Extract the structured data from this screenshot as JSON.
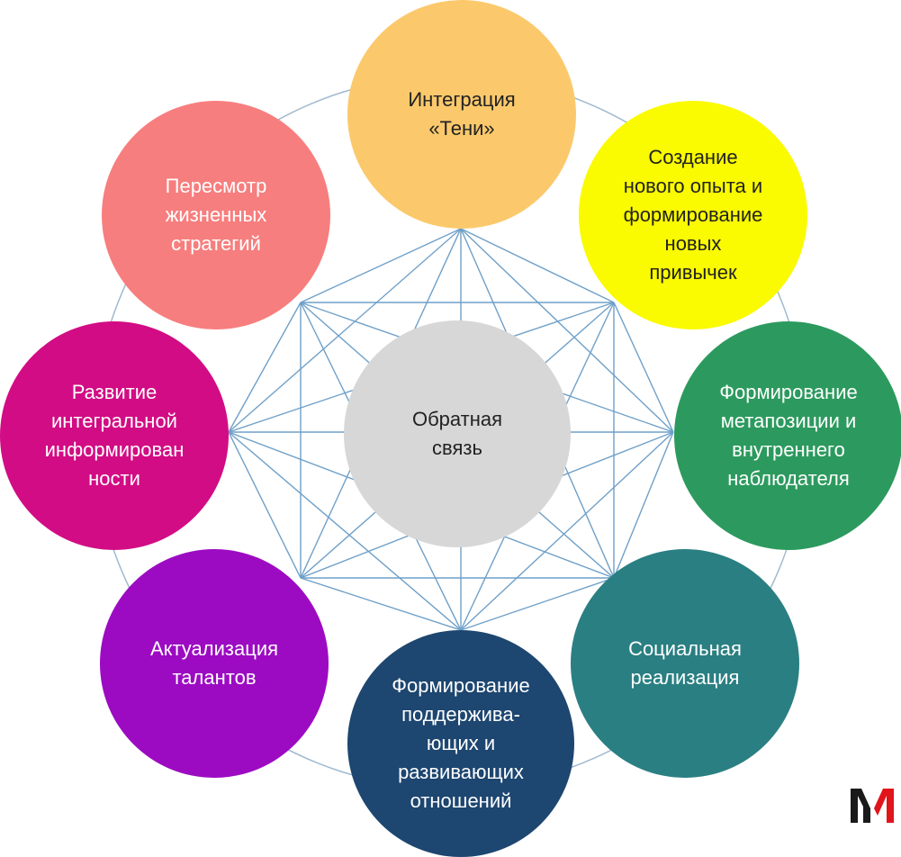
{
  "diagram": {
    "center": {
      "label": "Обратная\nсвязь",
      "color": "#d7d7d7",
      "text_color": "#222222"
    },
    "nodes": [
      {
        "key": "top",
        "label": "Интеграция\n«Тени»",
        "color": "#fbc96c",
        "text_color": "#222222"
      },
      {
        "key": "top-right",
        "label": "Создание\nнового опыта и\nформирование\nновых\nпривычек",
        "color": "#fafa00",
        "text_color": "#222222"
      },
      {
        "key": "right",
        "label": "Формирование\nметапозиции и\nвнутреннего\nнаблюдателя",
        "color": "#2c9a5e",
        "text_color": "#ffffff"
      },
      {
        "key": "bottom-right",
        "label": "Социальная\nреализация",
        "color": "#2a7f82",
        "text_color": "#ffffff"
      },
      {
        "key": "bottom",
        "label": "Формирование\nподдержива-\nющих и\nразвивающих\nотношений",
        "color": "#1d4670",
        "text_color": "#ffffff"
      },
      {
        "key": "bottom-left",
        "label": "Актуализация\nталантов",
        "color": "#9c0bc2",
        "text_color": "#ffffff"
      },
      {
        "key": "left",
        "label": "Развитие\nинтегральной\nинформирован\nности",
        "color": "#d20c84",
        "text_color": "#ffffff"
      },
      {
        "key": "top-left",
        "label": "Пересмотр\nжизненных\nстратегий",
        "color": "#f77e7e",
        "text_color": "#ffffff"
      }
    ],
    "line_color": "#6fa0c8",
    "ring_color": "#9fb9cf"
  },
  "logo": {
    "text": "M",
    "color_dark": "#1a1a1a",
    "color_accent": "#e1141a"
  }
}
